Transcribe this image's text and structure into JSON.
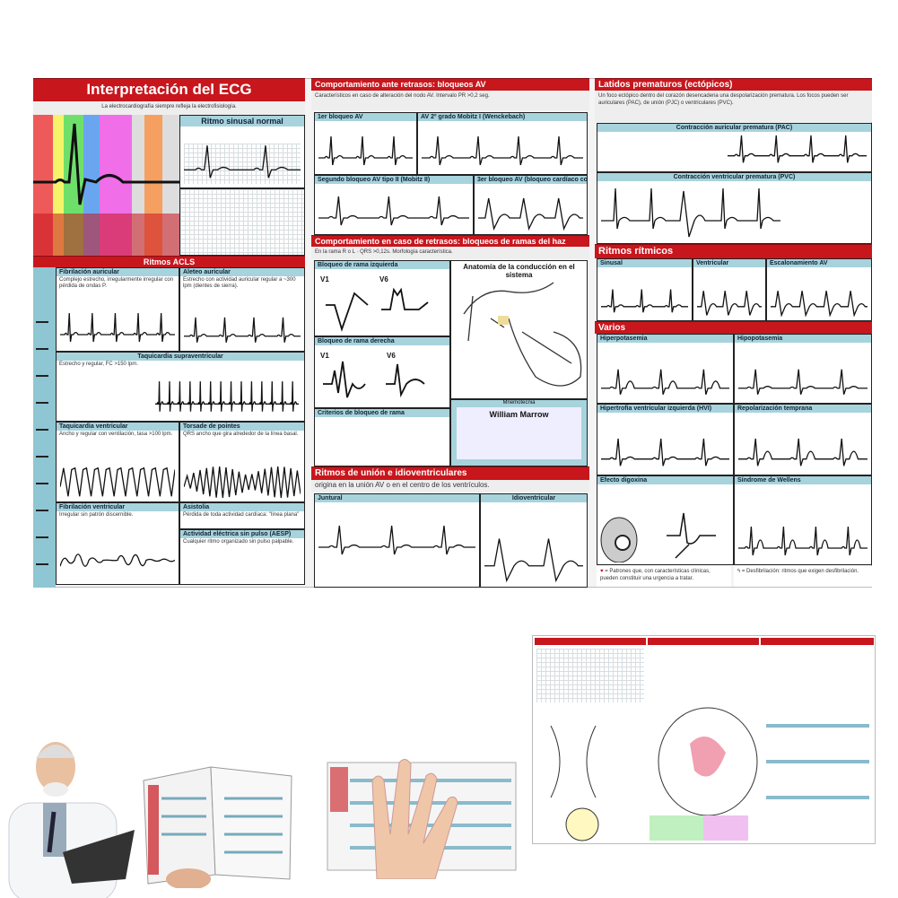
{
  "left": {
    "title": "Interpretación del ECG",
    "subtitle": "La electrocardiografía siempre refleja la electrofisiología.",
    "nsr_title": "Ritmo sinusal normal",
    "acls_title": "Ritmos ACLS",
    "boxes": [
      {
        "title": "Fibrilación auricular",
        "text": "Complejo estrecho, irregularmente irregular con pérdida de ondas P."
      },
      {
        "title": "Aleteo auricular",
        "text": "Estrecho con actividad auricular regular a ~300 lpm (dientes de sierra)."
      },
      {
        "title": "Taquicardia supraventricular",
        "text": "Estrecho y regular, FC >150 lpm."
      },
      {
        "title": "Taquicardia ventricular",
        "text": "Ancho y regular con ventilación, tasa >100 lpm."
      },
      {
        "title": "Torsade de pointes",
        "text": "QRS ancho que gira alrededor de la línea basal."
      },
      {
        "title": "Fibrilación ventricular",
        "text": "Irregular sin patrón discernible."
      },
      {
        "title": "Asistolia",
        "text": "Pérdida de toda actividad cardíaca: \"línea plana\""
      },
      {
        "title": "Actividad eléctrica sin pulso (AESP)",
        "text": "Cualquier ritmo organizado sin pulso palpable."
      }
    ]
  },
  "middle": {
    "title": "Comportamiento ante retrasos: bloqueos AV",
    "intro": "Característicos en caso de alteración del nodo AV. Intervalo PR >0,2 seg.",
    "av": [
      "1er bloqueo AV",
      "AV 2º grado Mobitz I (Wenckebach)",
      "Segundo bloqueo AV tipo II (Mobitz II)",
      "3er bloqueo AV (bloqueo cardíaco completo)"
    ],
    "bundle_title": "Comportamiento en caso de retrasos: bloqueos de ramas del haz",
    "bundle_intro": "En la rama R o L · QRS >0,12s. Morfología característica.",
    "lbbb": "Bloqueo de rama izquierda",
    "rbbb": "Bloqueo de rama derecha",
    "criteria": "Criterios de bloqueo de rama",
    "leads": [
      "V1",
      "V6",
      "V1",
      "V6"
    ],
    "anatomy": "Anatomía de la conducción en el sistema",
    "mnemonic_head": "Mnemotecnia",
    "mnemonic": "William Marrow",
    "junction_title": "Ritmos de unión e idioventriculares",
    "junction_intro": "origina en la unión AV o en el centro de los ventrículos.",
    "junctional": "Juntural",
    "idio": "Idioventricular"
  },
  "right": {
    "title": "Latidos prematuros (ectópicos)",
    "intro": "Un foco ectópico dentro del corazón desencadena una despolarización prematura. Los focos pueden ser auriculares (PAC), de unión (PJC) o ventriculares (PVC).",
    "pac": "Contracción auricular prematura (PAC)",
    "pvc": "Contracción ventricular prematura (PVC)",
    "rhythms_title": "Ritmos rítmicos",
    "rhythms": [
      "Sinusal",
      "Ventricular",
      "Escalonamiento AV"
    ],
    "misc_title": "Varios",
    "misc": [
      "Hiperpotasemia",
      "Hipopotasemia",
      "Hipertrofia ventricular izquierda (HVI)",
      "Repolarización temprana",
      "Efecto digoxina",
      "Síndrome de Wellens"
    ],
    "legend": [
      "= Patrones que, con características clínicas, pueden constituir una urgencia a tratar.",
      "= Desfibrilación: ritmos que exigen desfibrilación."
    ]
  },
  "colors": {
    "red": "#c8161d",
    "blue": "#a7d3dd"
  }
}
